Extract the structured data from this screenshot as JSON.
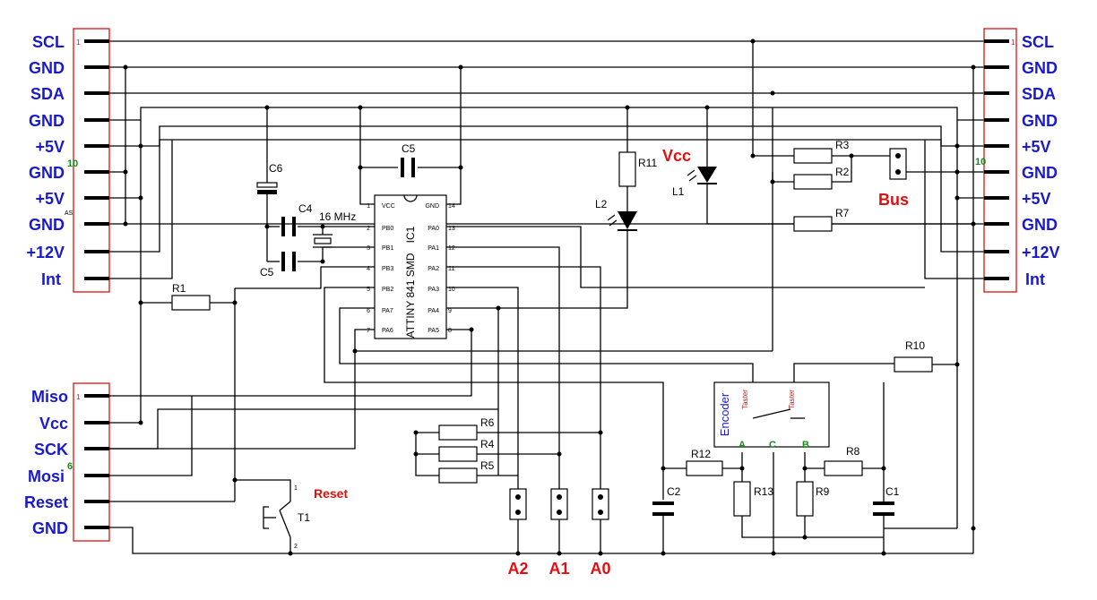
{
  "connectors": {
    "left_top": [
      "SCL",
      "GND",
      "SDA",
      "GND",
      "+5V",
      "GND",
      "+5V",
      "GND",
      "+12V",
      "Int"
    ],
    "right_top": [
      "SCL",
      "GND",
      "SDA",
      "GND",
      "+5V",
      "GND",
      "+5V",
      "GND",
      "+12V",
      "Int"
    ],
    "left_bottom": [
      "Miso",
      "Vcc",
      "SCK",
      "Mosi",
      "Reset",
      "GND"
    ],
    "pin_one": "1",
    "pin_ten": "10",
    "pin_six": "6",
    "as_mark": "AS"
  },
  "ic": {
    "name": "IC1",
    "part": "ATTINY 841 SMD",
    "left_pins": [
      {
        "num": "1",
        "name": "VCC"
      },
      {
        "num": "2",
        "name": "PB0"
      },
      {
        "num": "3",
        "name": "PB1"
      },
      {
        "num": "4",
        "name": "PB3"
      },
      {
        "num": "5",
        "name": "PB2"
      },
      {
        "num": "6",
        "name": "PA7"
      },
      {
        "num": "7",
        "name": "PA6"
      }
    ],
    "right_pins": [
      {
        "num": "14",
        "name": "GND"
      },
      {
        "num": "13",
        "name": "PA0"
      },
      {
        "num": "12",
        "name": "PA1"
      },
      {
        "num": "11",
        "name": "PA2"
      },
      {
        "num": "10",
        "name": "PA3"
      },
      {
        "num": "9",
        "name": "PA4"
      },
      {
        "num": "8",
        "name": "PA5"
      }
    ]
  },
  "components": {
    "C5a": "C5",
    "C5b": "C5",
    "C6": "C6",
    "C4": "C4",
    "crystal": "16 MHz",
    "R1": "R1",
    "R2": "R2",
    "R3": "R3",
    "R4": "R4",
    "R5": "R5",
    "R6": "R6",
    "R7": "R7",
    "R8": "R8",
    "R9": "R9",
    "R10": "R10",
    "R11": "R11",
    "R12": "R12",
    "R13": "R13",
    "C1": "C1",
    "C2": "C2",
    "L1": "L1",
    "L2": "L2",
    "T1": "T1",
    "t1_pin1": "1",
    "t1_pin2": "2"
  },
  "labels": {
    "vcc": "Vcc",
    "bus": "Bus",
    "reset": "Reset",
    "a2": "A2",
    "a1": "A1",
    "a0": "A0"
  },
  "encoder": {
    "title": "Encoder",
    "taster": "Taster",
    "pin_a": "A",
    "pin_c": "C",
    "pin_b": "B"
  }
}
